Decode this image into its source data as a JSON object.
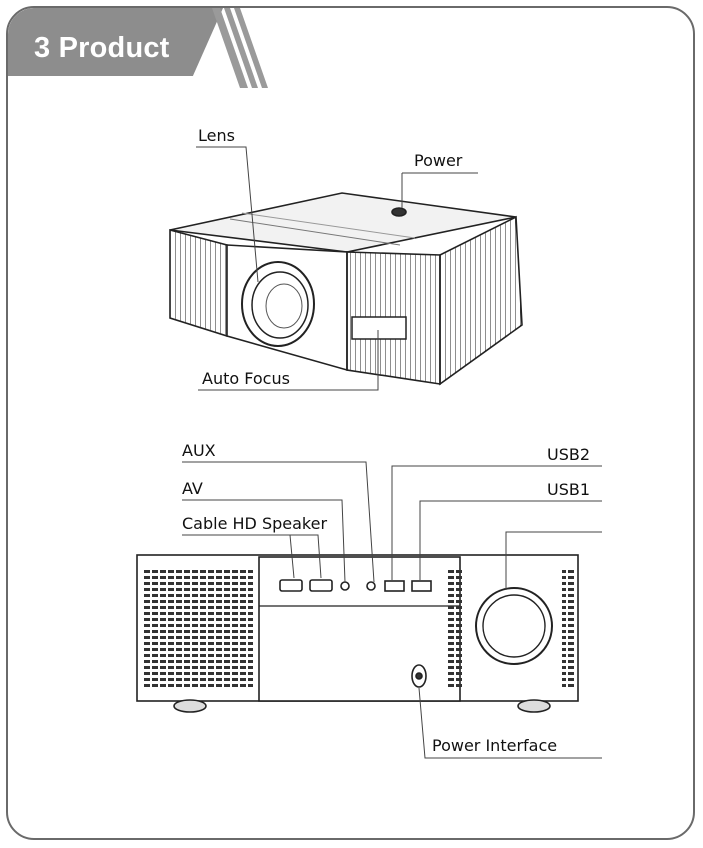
{
  "header": {
    "title": "3 Product"
  },
  "labels": {
    "lens": "Lens",
    "power": "Power",
    "auto_focus": "Auto Focus",
    "aux": "AUX",
    "av": "AV",
    "cable_hd_speaker": "Cable HD Speaker",
    "usb2": "USB2",
    "usb1": "USB1",
    "power_interface": "Power Interface"
  }
}
